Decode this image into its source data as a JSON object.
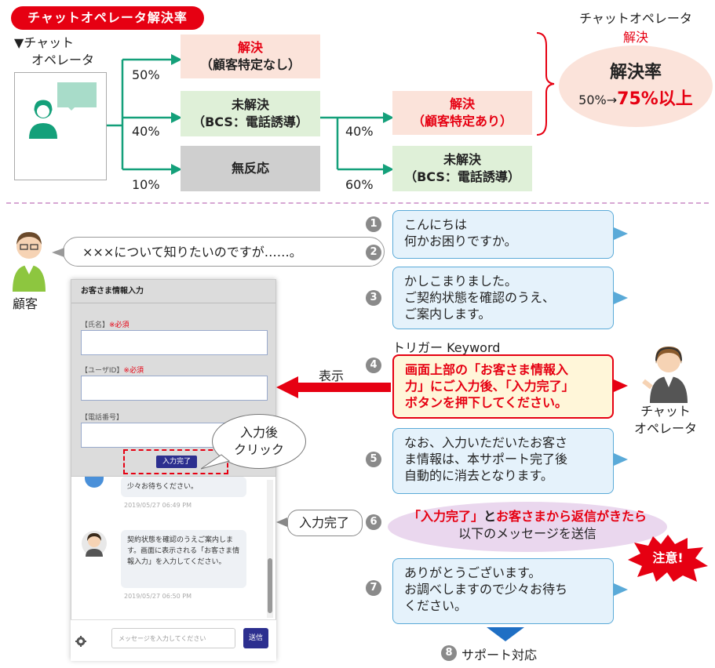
{
  "header": {
    "title": "チャットオペレータ解決率"
  },
  "flow": {
    "source_label_1": "▼チャット",
    "source_label_2": "オペレータ",
    "branch1": {
      "pct": "50%",
      "line1": "解決",
      "line2": "（顧客特定なし）"
    },
    "branch2": {
      "pct": "40%",
      "line1": "未解決",
      "line2": "（BCS：電話誘導）"
    },
    "branch3": {
      "pct": "10%",
      "line1": "無反応"
    },
    "sub1": {
      "pct": "40%",
      "line1": "解決",
      "line2": "（顧客特定あり）"
    },
    "sub2": {
      "pct": "60%",
      "line1": "未解決",
      "line2": "（BCS：電話誘導）"
    },
    "result_label_1": "チャットオペレータ",
    "result_label_2": "解決",
    "result_title": "解決率",
    "result_from": "50%→",
    "result_to": "75%以上"
  },
  "steps": {
    "n1": "1",
    "n2": "2",
    "n3": "3",
    "n4": "4",
    "n5": "5",
    "n6": "6",
    "n7": "7",
    "n8": "8",
    "s1_l1": "こんにちは",
    "s1_l2": "何かお困りですか。",
    "s2": "×××について知りたいのですが……。",
    "s3_l1": "かしこまりました。",
    "s3_l2": "ご契約状態を確認のうえ、",
    "s3_l3": "ご案内します。",
    "trigger": "トリガー Keyword",
    "s4_l1": "画面上部の「お客さま情報入",
    "s4_l2": "力」にご入力後、「入力完了」",
    "s4_l3": "ボタンを押下してください。",
    "display_label": "表示",
    "s5_l1": "なお、入力いただいたお客さ",
    "s5_l2": "ま情報は、本サポート完了後",
    "s5_l3": "自動的に消去となります。",
    "s6_callout": "入力完了",
    "s6_a": "「入力完了」",
    "s6_b": "と",
    "s6_c": "お客さまから返信がきたら",
    "s6_l2": "以下のメッセージを送信",
    "attention": "注意!",
    "s7_l1": "ありがとうございます。",
    "s7_l2": "お調べしますので少々お待ち",
    "s7_l3": "ください。",
    "s8": "サポート対応"
  },
  "people": {
    "customer": "顧客",
    "operator_1": "チャット",
    "operator_2": "オペレータ"
  },
  "form": {
    "title": "お客さま情報入力",
    "f1": "【氏名】",
    "f1_req": "※必須",
    "f2": "【ユーザID】",
    "f2_req": "※必須",
    "f3": "【電話番号】",
    "submit": "入力完了",
    "click_l1": "入力後",
    "click_l2": "クリック"
  },
  "chat": {
    "msg1": "少々お待ちください。",
    "ts1": "2019/05/27 06:49 PM",
    "msg2": "契約状態を確認のうえご案内します。画面に表示される「お客さま情報入力」を入力してください。",
    "ts2": "2019/05/27 06:50 PM",
    "input_placeholder": "メッセージを入力してください",
    "send": "送信"
  },
  "colors": {
    "accent_red": "#e60012",
    "arrow_green": "#14a07a",
    "bubble_blue": "#e5f2fb"
  }
}
